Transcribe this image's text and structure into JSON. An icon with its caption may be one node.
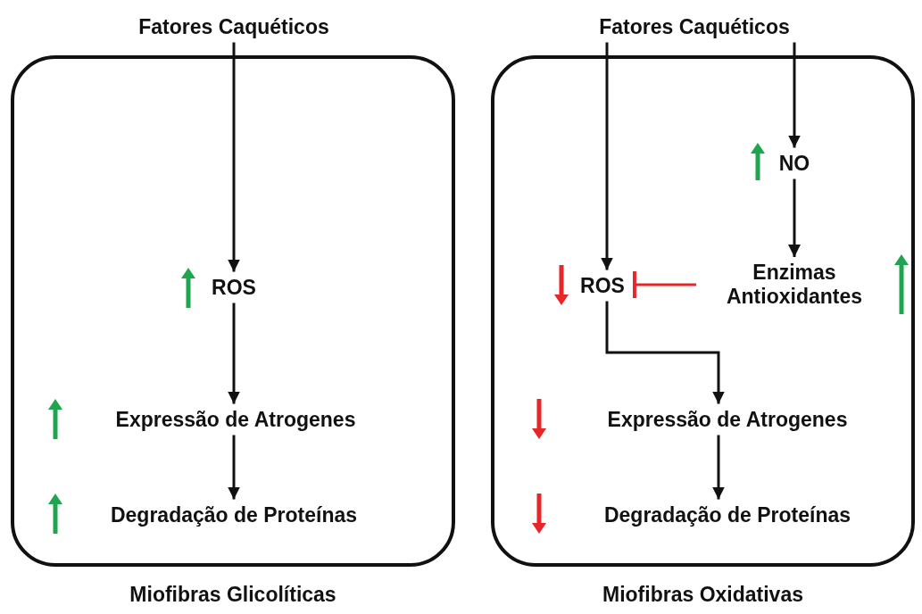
{
  "diagram": {
    "nodes": [
      {
        "text": [
          "Miofibras Glicolíticas"
        ]
      },
      {
        "text": [
          "Fatores Caquéticos"
        ]
      },
      {
        "text": [
          "ROS"
        ],
        "in": 0
      },
      {
        "text": [
          "Expressão de Atrogenes"
        ],
        "in": 0
      },
      {
        "text": [
          "Degradação de Proteínas"
        ],
        "in": 0
      },
      {
        "text": [
          "Miofibras Oxidativas"
        ]
      },
      {
        "text": [
          "Fatores Caquéticos"
        ]
      },
      {
        "text": [
          "NO"
        ],
        "in": 5
      },
      {
        "text": [
          "Enzimas Antioxidantes"
        ],
        "in": 5
      },
      {
        "text": [
          "ROS"
        ],
        "in": 5
      },
      {
        "text": [
          "Expressão de Atrogenes"
        ],
        "in": 5
      },
      {
        "text": [
          "Degradação de Proteínas"
        ],
        "in": 5
      }
    ],
    "edges": [
      {
        "from": 1,
        "to": 2,
        "arrow": "to"
      },
      {
        "from": 2,
        "to": 3,
        "arrow": "to"
      },
      {
        "from": 3,
        "to": 4,
        "arrow": "to"
      },
      {
        "from": 6,
        "to": 9,
        "arrow": "to"
      },
      {
        "from": 6,
        "to": 7,
        "arrow": "to"
      },
      {
        "from": 7,
        "to": 8,
        "arrow": "to"
      },
      {
        "from": 8,
        "to": 9,
        "arrow": "other",
        "color": "#e8262a"
      },
      {
        "from": 9,
        "to": 10,
        "arrow": "to"
      },
      {
        "from": 10,
        "to": 11,
        "arrow": "to"
      }
    ]
  }
}
